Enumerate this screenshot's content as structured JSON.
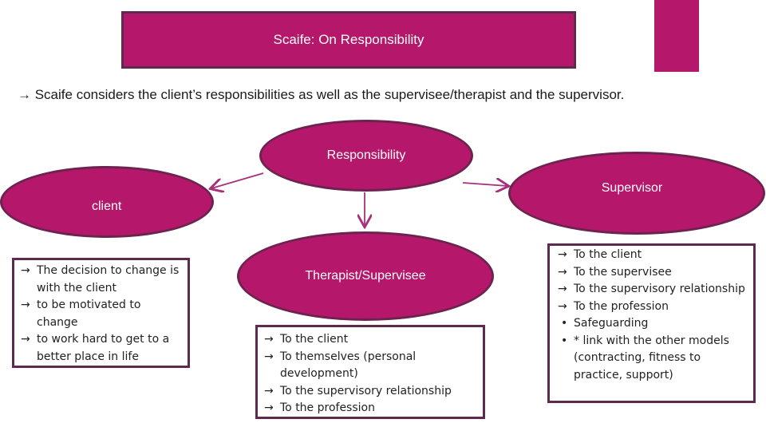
{
  "title": "Scaife: On Responsibility",
  "intro": "→ Scaife considers the client’s responsibilities as well as the supervisee/therapist and the supervisor.",
  "nodes": {
    "responsibility": "Responsibility",
    "client": "client",
    "supervisor": "Supervisor",
    "therapist": "Therapist/Supervisee"
  },
  "client_points": [
    "The decision to change is with the client",
    "to be motivated to change",
    "to work hard to get to a better place in life"
  ],
  "therapist_points": [
    "To the client",
    "To themselves (personal development)",
    "To the supervisory relationship",
    "To the profession"
  ],
  "supervisor_points": [
    "To the client",
    "To the supervisee",
    "To the supervisory relationship",
    "To the profession"
  ],
  "supervisor_bullets": [
    "Safeguarding",
    "* link with the other models (contracting, fitness to practice, support)"
  ],
  "markers": {
    "arrow": "→",
    "bullet": "•"
  },
  "colors": {
    "accent": "#b5176a",
    "border": "#5e2a4e",
    "arrow": "#a7307a"
  }
}
